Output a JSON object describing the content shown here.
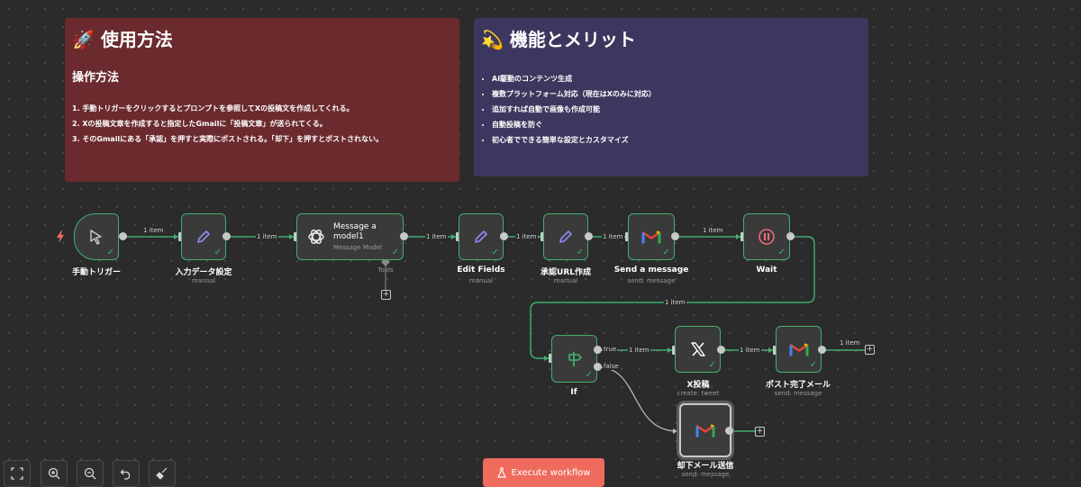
{
  "notes": {
    "usage": {
      "title": "🚀 使用方法",
      "subtitle": "操作方法",
      "steps": [
        "1. 手動トリガーをクリックするとプロンプトを参照してXの投稿文を作成してくれる。",
        "2. Xの投稿文章を作成すると指定したGmailに「投稿文章」が送られてくる。",
        "3. そのGmailにある「承認」を押すと実際にポストされる。「却下」を押すとポストされない。"
      ]
    },
    "features": {
      "title": "💫 機能とメリット",
      "items": [
        "AI駆動のコンテンツ生成",
        "複数プラットフォーム対応（現在はXのみに対応）",
        "追加すれば自動で画像も作成可能",
        "自動投稿を防ぐ",
        "初心者でできる簡単な設定とカスタマイズ"
      ]
    }
  },
  "nodes": {
    "trigger": {
      "label": "手動トリガー"
    },
    "input": {
      "label": "入力データ設定",
      "sub": "manual"
    },
    "model": {
      "title": "Message a model1",
      "sub": "Message Model",
      "tools": "Tools"
    },
    "edit": {
      "label": "Edit Fields",
      "sub": "manual"
    },
    "url": {
      "label": "承認URL作成",
      "sub": "manual"
    },
    "send": {
      "label": "Send a message",
      "sub": "send: message"
    },
    "wait": {
      "label": "Wait"
    },
    "if": {
      "label": "If",
      "true_label": "true",
      "false_label": "false"
    },
    "x": {
      "label": "X投稿",
      "sub": "create: tweet"
    },
    "done": {
      "label": "ポスト完了メール",
      "sub": "send: message"
    },
    "reject": {
      "label": "却下メール送信",
      "sub": "send: message"
    }
  },
  "edge_label": "1 item",
  "toolbar": {
    "fit": "fit-view",
    "zoom_in": "zoom-in",
    "zoom_out": "zoom-out",
    "undo": "undo",
    "tidy": "tidy-up"
  },
  "execute_label": "Execute workflow",
  "colors": {
    "accent": "#3fb070",
    "execute": "#ef6b5e",
    "note_red": "#6b2a2e",
    "note_blue": "#3c375e"
  }
}
